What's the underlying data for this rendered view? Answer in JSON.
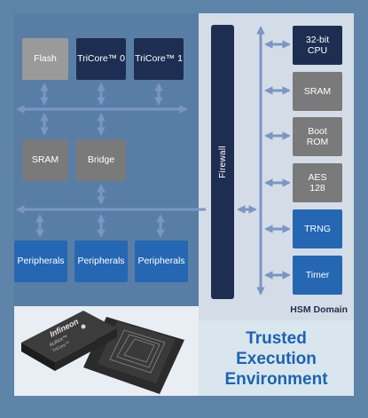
{
  "colors": {
    "background_frame": "#5f84a9",
    "main_panel": "#597ea6",
    "hsm_panel": "#d4dde7",
    "arrow": "#7b96c4",
    "navy_block": "#1e2e52",
    "blue_block": "#2567b3",
    "gray_block": "#7a7a7a",
    "title_blue": "#1c63b2"
  },
  "main_domain": {
    "flash": "Flash",
    "tricore0": "TriCore™ 0",
    "tricore1": "TriCore™ 1",
    "sram": "SRAM",
    "bridge": "Bridge",
    "peripherals": [
      "Peripherals",
      "Peripherals",
      "Peripherals"
    ]
  },
  "firewall": "Firewall",
  "hsm": {
    "blocks": [
      "32-bit CPU",
      "SRAM",
      "Boot ROM",
      "AES 128",
      "TRNG",
      "Timer"
    ],
    "label": "HSM Domain"
  },
  "tee": {
    "line1": "Trusted",
    "line2": "Execution",
    "line3": "Environment"
  },
  "chip": {
    "brand": "Infineon",
    "product": "AURIX™",
    "family": "TriCore™"
  }
}
